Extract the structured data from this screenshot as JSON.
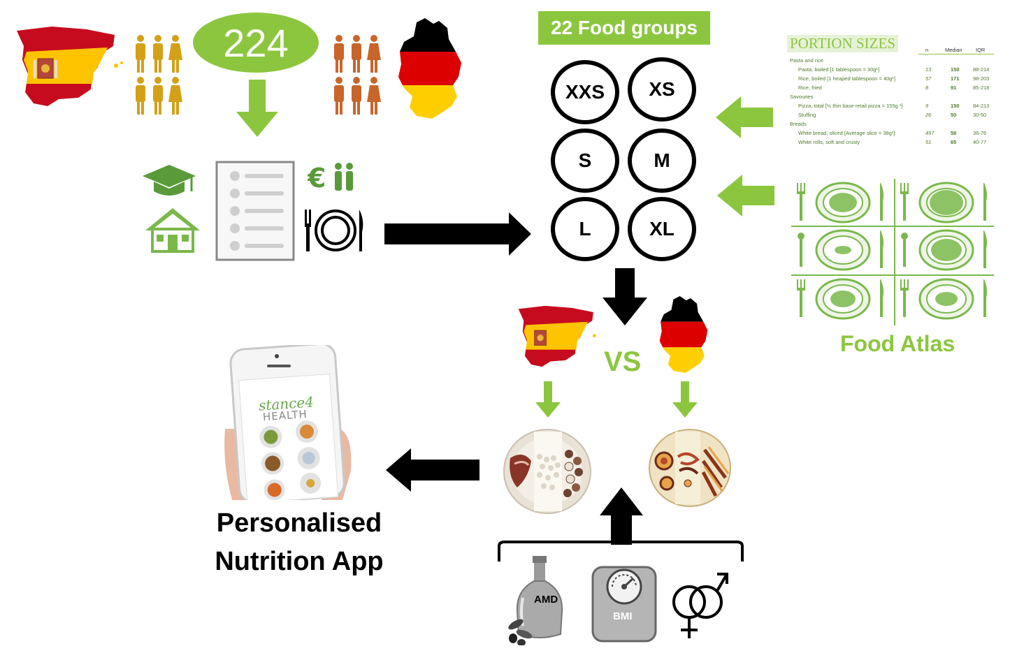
{
  "participants": {
    "count": "224"
  },
  "food_groups": {
    "label": "22 Food groups"
  },
  "portion_sizes": {
    "title": "PORTION SIZES",
    "columns": [
      "n",
      "Median",
      "IQR"
    ],
    "rows": [
      {
        "label": "Pasta and rice",
        "header": true,
        "n": "",
        "median": "",
        "iqr": ""
      },
      {
        "label": "Pasta, boiled [1 tablespoon = 30g¹]",
        "header": false,
        "n": "13",
        "median": "150",
        "iqr": "88-214"
      },
      {
        "label": "Rice, boiled [1 heaped tablespoon = 40g¹]",
        "header": false,
        "n": "57",
        "median": "171",
        "iqr": "98-203"
      },
      {
        "label": "Rice, fried",
        "header": false,
        "n": "8",
        "median": "91",
        "iqr": "85-218"
      },
      {
        "label": "Savouries",
        "header": true,
        "n": "",
        "median": "",
        "iqr": ""
      },
      {
        "label": "Pizza, total [½ thin base retail pizza = 155g ¹]",
        "header": false,
        "n": "9",
        "median": "150",
        "iqr": "84-213"
      },
      {
        "label": "Stuffing",
        "header": false,
        "n": "26",
        "median": "50",
        "iqr": "30-50"
      },
      {
        "label": "Breads",
        "header": true,
        "n": "",
        "median": "",
        "iqr": ""
      },
      {
        "label": "White bread, sliced [Average slice = 38g¹]",
        "header": false,
        "n": "497",
        "median": "58",
        "iqr": "36-76"
      },
      {
        "label": "White rolls, soft and crusty",
        "header": false,
        "n": "51",
        "median": "65",
        "iqr": "40-77"
      }
    ]
  },
  "sizes": [
    "XXS",
    "XS",
    "S",
    "M",
    "L",
    "XL"
  ],
  "food_atlas": {
    "label": "Food Atlas"
  },
  "comparison": {
    "vs_label": "VS"
  },
  "factors": {
    "amd_label": "AMD",
    "bmi_label": "BMI"
  },
  "app": {
    "line1": "Personalised",
    "line2": "Nutrition App",
    "screen_logo_line1": "stance4",
    "screen_logo_line2": "HEALTH"
  },
  "colors": {
    "accent_green": "#8cc63f",
    "spain_red": "#c60b1e",
    "spain_yellow": "#ffc400",
    "people_spain": "#d4a017",
    "people_germany": "#c8662a",
    "arrow_black": "#000000"
  }
}
